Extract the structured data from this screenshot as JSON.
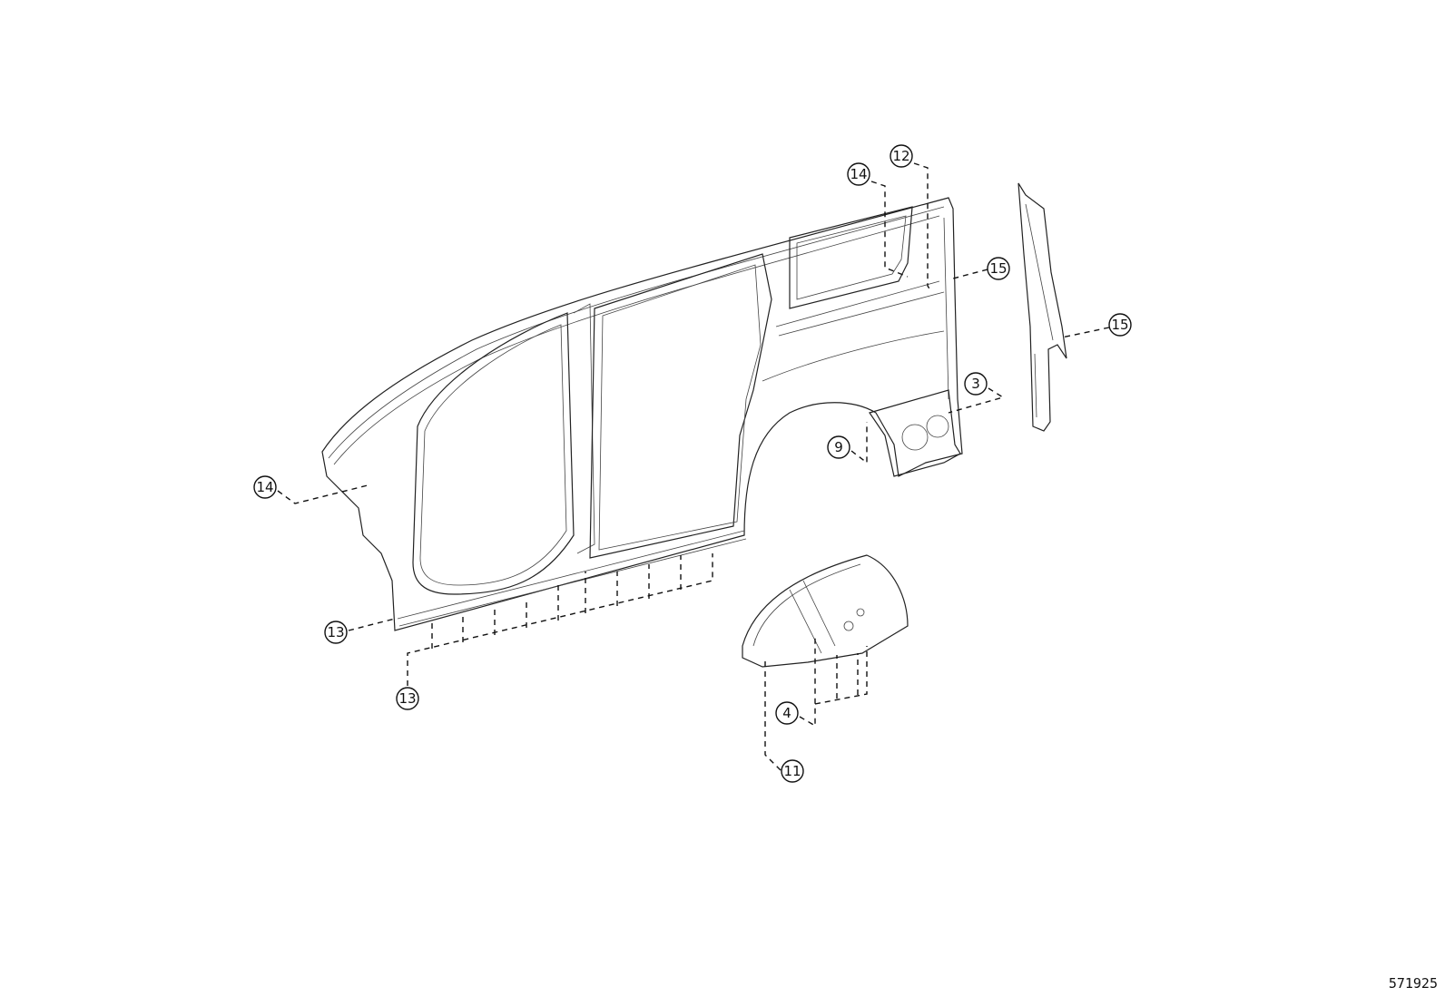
{
  "diagram": {
    "reference_number": "571925",
    "callouts": [
      {
        "id": "c12",
        "label": "12"
      },
      {
        "id": "c14a",
        "label": "14"
      },
      {
        "id": "c15a",
        "label": "15"
      },
      {
        "id": "c15b",
        "label": "15"
      },
      {
        "id": "c3",
        "label": "3"
      },
      {
        "id": "c9",
        "label": "9"
      },
      {
        "id": "c14b",
        "label": "14"
      },
      {
        "id": "c13a",
        "label": "13"
      },
      {
        "id": "c13b",
        "label": "13"
      },
      {
        "id": "c4",
        "label": "4"
      },
      {
        "id": "c11",
        "label": "11"
      }
    ]
  }
}
